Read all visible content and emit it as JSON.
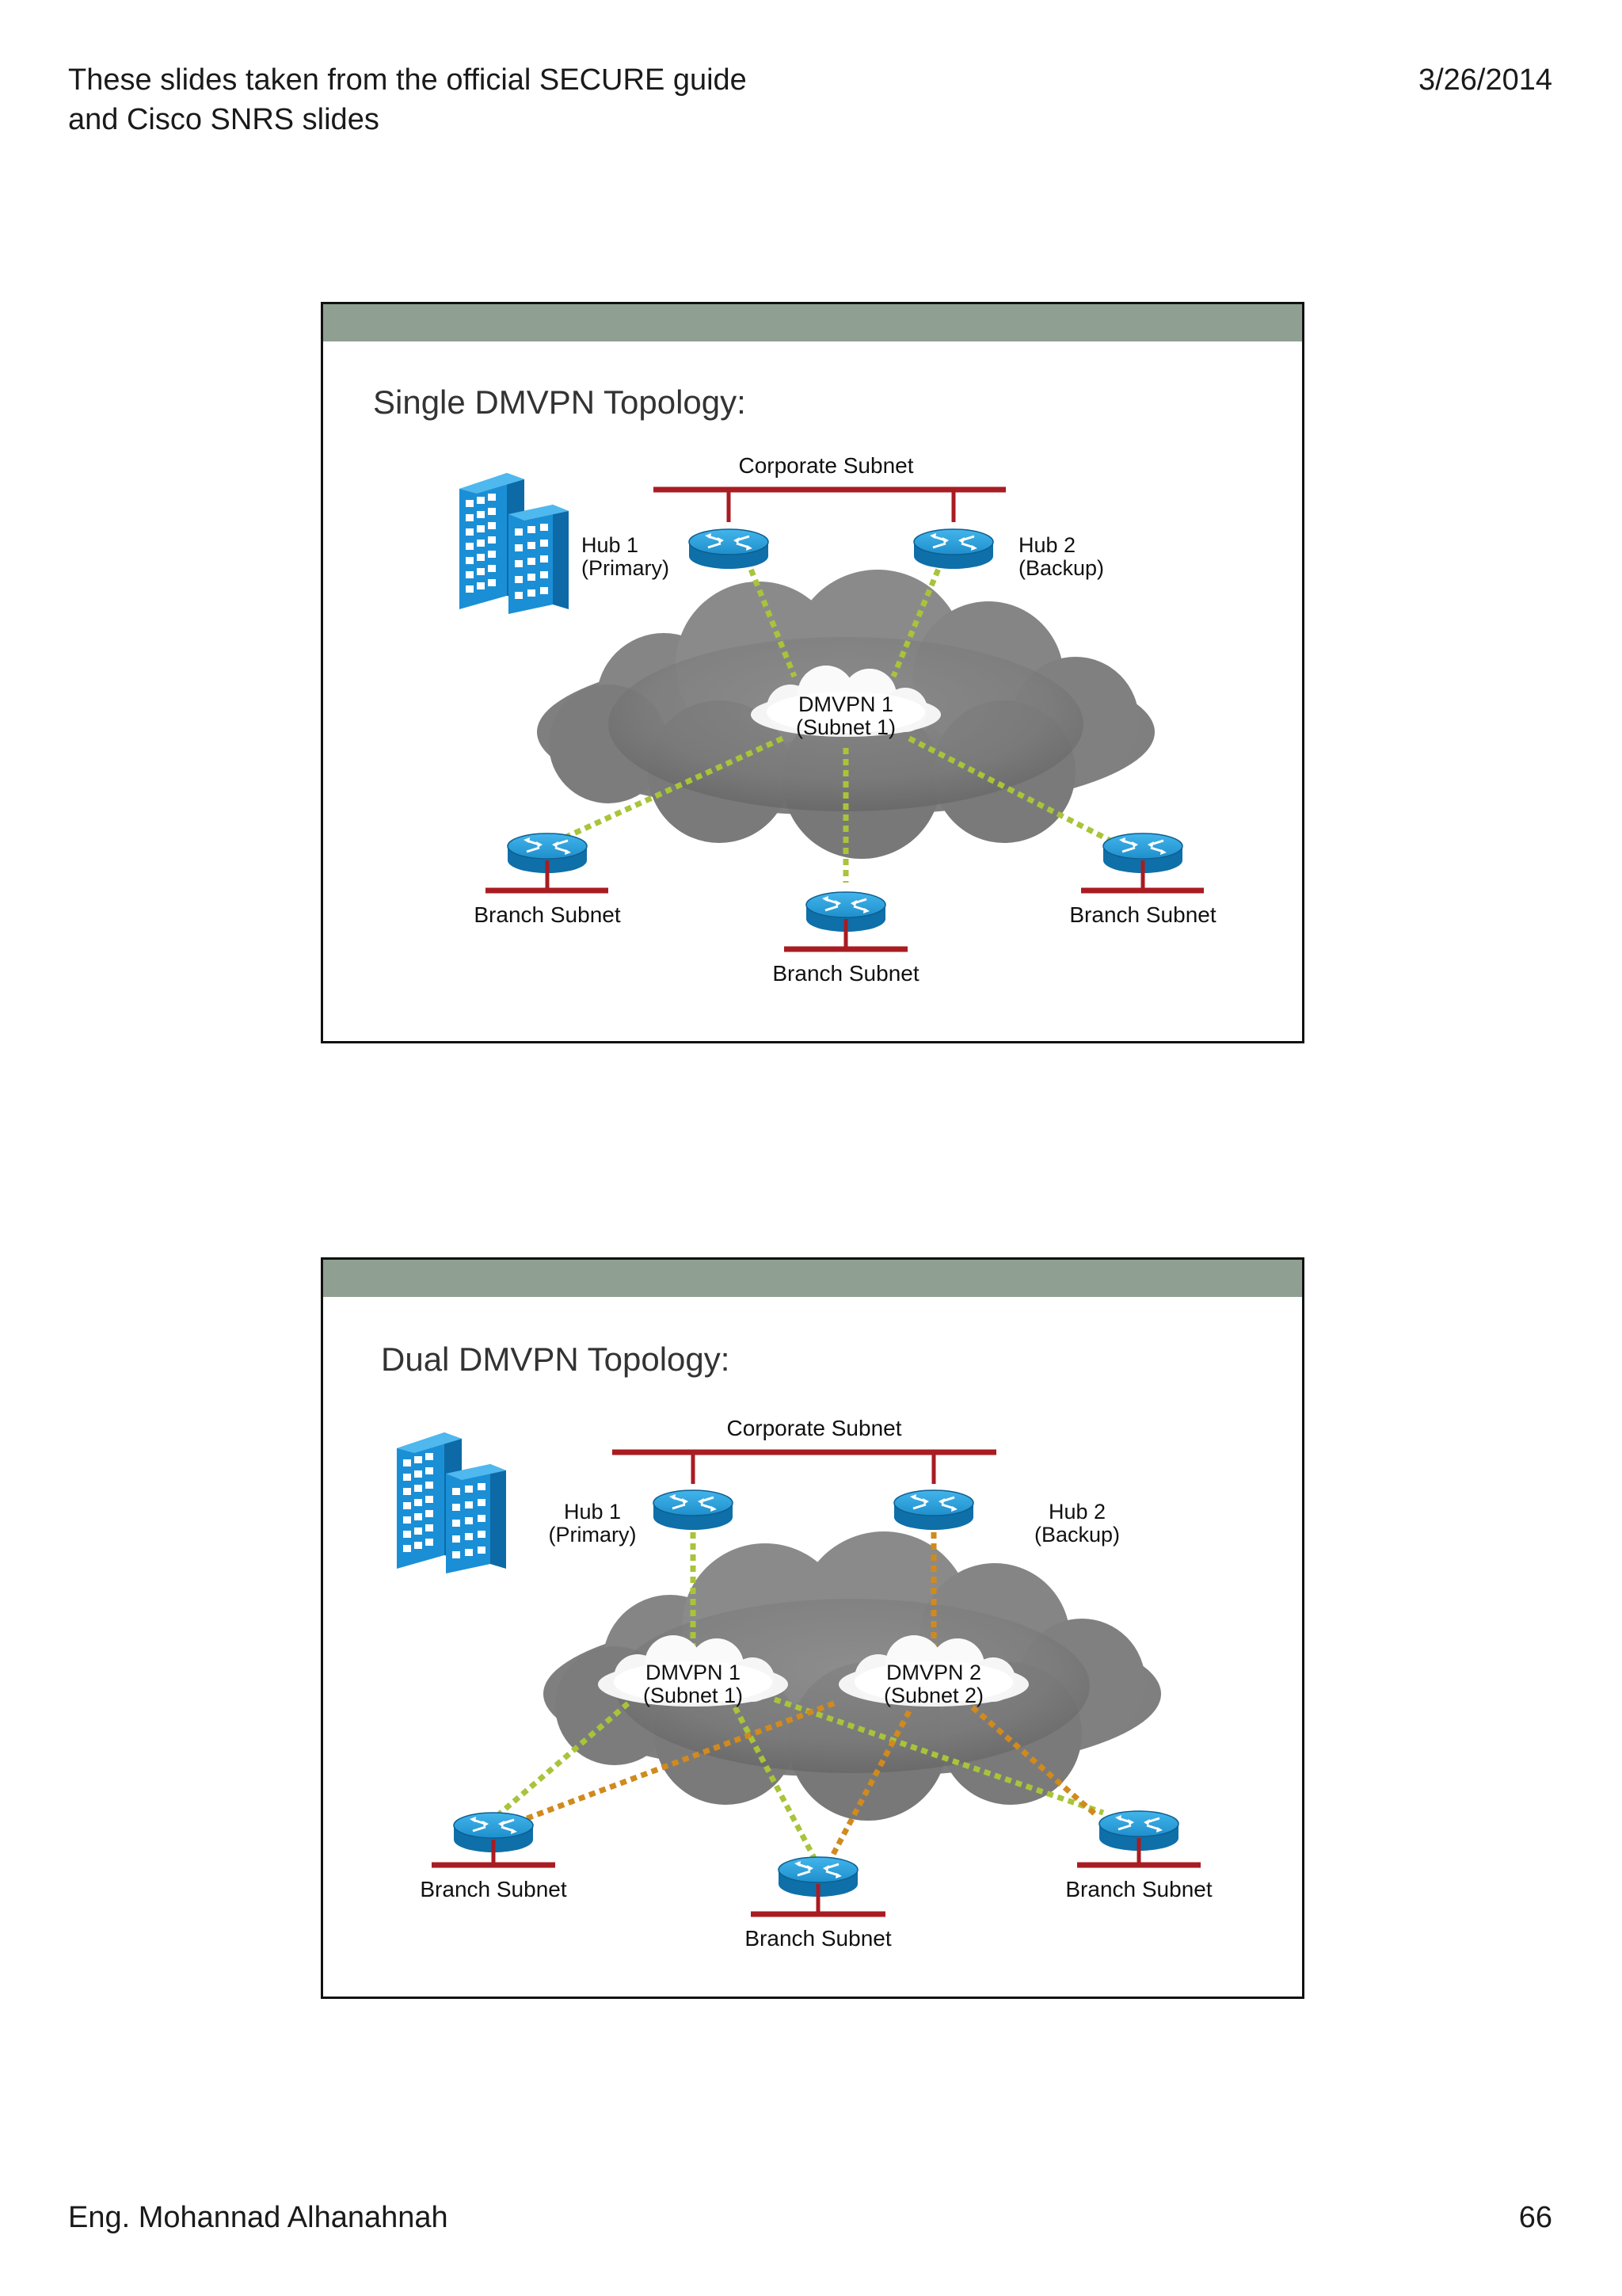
{
  "header": {
    "title": "These slides taken from the official SECURE guide and Cisco SNRS slides",
    "date": "3/26/2014"
  },
  "footer": {
    "author": "Eng. Mohannad Alhanahnah",
    "page": "66"
  },
  "slide1": {
    "title": "Single DMVPN Topology:",
    "corporate_subnet": "Corporate Subnet",
    "hub1_name": "Hub 1",
    "hub1_role": "(Primary)",
    "hub2_name": "Hub 2",
    "hub2_role": "(Backup)",
    "dmvpn_name": "DMVPN 1",
    "dmvpn_subnet": "(Subnet 1)",
    "branch_left": "Branch Subnet",
    "branch_center": "Branch Subnet",
    "branch_right": "Branch Subnet"
  },
  "slide2": {
    "title": "Dual DMVPN Topology:",
    "corporate_subnet": "Corporate Subnet",
    "hub1_name": "Hub 1",
    "hub1_role": "(Primary)",
    "hub2_name": "Hub 2",
    "hub2_role": "(Backup)",
    "dmvpn1_name": "DMVPN 1",
    "dmvpn1_subnet": "(Subnet 1)",
    "dmvpn2_name": "DMVPN 2",
    "dmvpn2_subnet": "(Subnet 2)",
    "branch_left": "Branch Subnet",
    "branch_center": "Branch Subnet",
    "branch_right": "Branch Subnet"
  },
  "colors": {
    "slide_band": "#8fa092",
    "subnet_bar": "#a81c22",
    "link_dmvpn1": "#a8c43a",
    "link_dmvpn2": "#d08a1e",
    "router_blue": "#1e8fcc",
    "building_blue": "#1a8fd6",
    "cloud_gray": "#8c8c8c"
  },
  "icons": [
    "building-icon",
    "router-icon",
    "cloud-icon"
  ]
}
